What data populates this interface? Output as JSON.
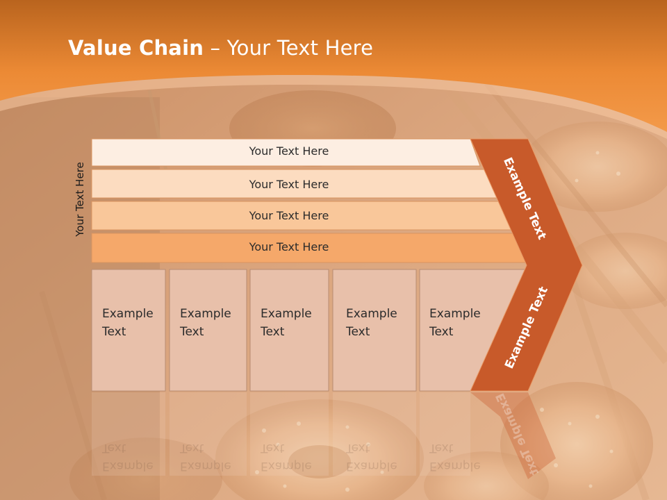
{
  "slide": {
    "title_bold": "Value Chain",
    "title_rest": " – Your Text Here",
    "vertical_label": "Your Text Here",
    "rows": [
      {
        "label": "Your Text Here",
        "fill": "#fdeee2"
      },
      {
        "label": "Your Text Here",
        "fill": "#fcdcc0"
      },
      {
        "label": "Your Text Here",
        "fill": "#f9c79a"
      },
      {
        "label": "Your Text Here",
        "fill": "#f5a86a"
      }
    ],
    "boxes": [
      {
        "label": "Example\nText"
      },
      {
        "label": "Example\nText"
      },
      {
        "label": "Example\nText"
      },
      {
        "label": "Example\nText"
      },
      {
        "label": "Example\nText"
      }
    ],
    "arrow_top_label": "Example Text",
    "arrow_bottom_label": "Example Text",
    "colors": {
      "header_orange": "#f07f1e",
      "arrow_fill": "#c85a2a",
      "box_fill": "#e8c0aa",
      "title_text": "#ffffff"
    }
  }
}
